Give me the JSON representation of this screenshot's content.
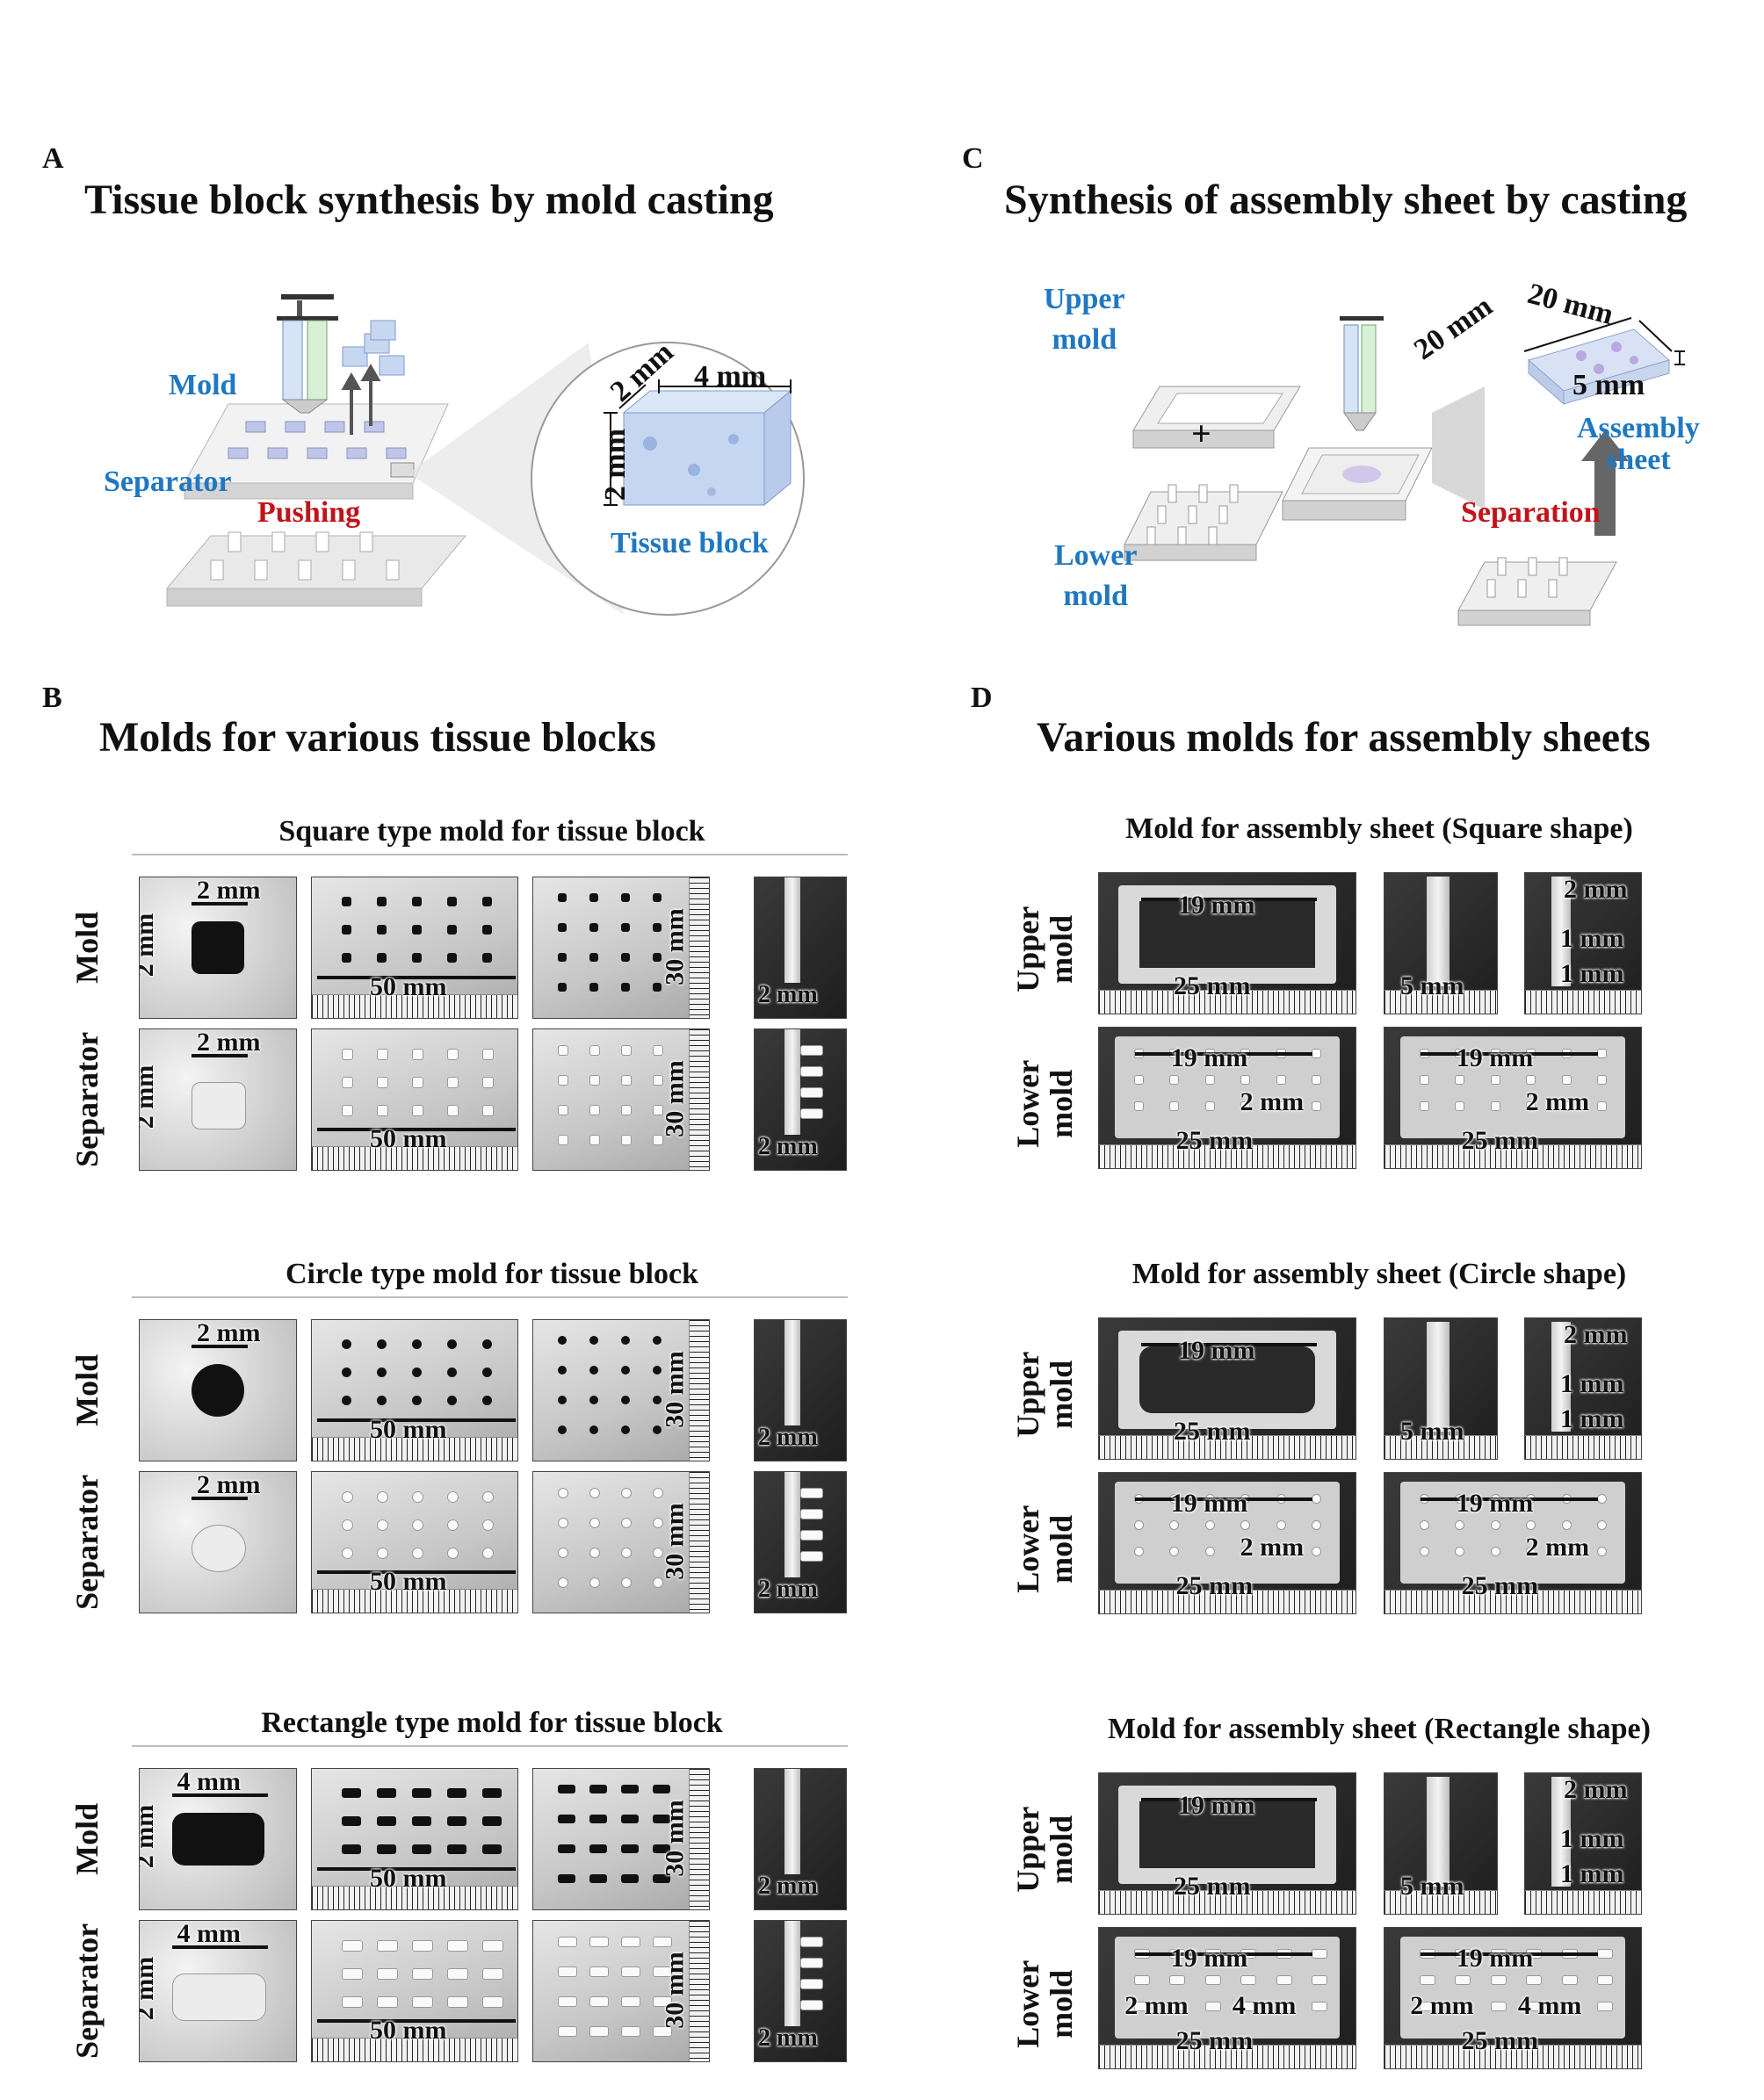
{
  "panelA": {
    "letter": "A",
    "title": "Tissue block synthesis by mold casting",
    "labels": {
      "mold": "Mold",
      "separator": "Separator",
      "pushing": "Pushing",
      "tissue_block": "Tissue block"
    },
    "dims": {
      "d1": "2 mm",
      "d2": "4 mm",
      "d3": "2 mm"
    }
  },
  "panelC": {
    "letter": "C",
    "title": "Synthesis of assembly sheet by casting",
    "labels": {
      "upper_mold": "Upper\nmold",
      "lower_mold": "Lower\nmold",
      "plus": "+",
      "assembly_sheet": "Assembly\nsheet",
      "separation": "Separation"
    },
    "dims": {
      "d1": "20 mm",
      "d2": "20 mm",
      "d3": "5 mm"
    }
  },
  "panelB": {
    "letter": "B",
    "title": "Molds for various tissue blocks",
    "groups": [
      {
        "subtitle_prefix": "Square type",
        "subtitle_rest": " mold for tissue block",
        "rows": [
          {
            "label": "Mold",
            "m1a": "2 mm",
            "m1b": "2 mm",
            "m2": "50 mm",
            "m3": "30 mm",
            "m4": "2 mm"
          },
          {
            "label": "Separator",
            "m1a": "2 mm",
            "m1b": "2 mm",
            "m2": "50 mm",
            "m3": "30 mm",
            "m4": "2 mm"
          }
        ]
      },
      {
        "subtitle_prefix": "Circle type",
        "subtitle_rest": " mold for tissue block",
        "rows": [
          {
            "label": "Mold",
            "m1a": "2 mm",
            "m1b": "",
            "m2": "50 mm",
            "m3": "30 mm",
            "m4": "2 mm"
          },
          {
            "label": "Separator",
            "m1a": "2 mm",
            "m1b": "",
            "m2": "50 mm",
            "m3": "30 mm",
            "m4": "2 mm"
          }
        ]
      },
      {
        "subtitle_prefix": "Rectangle type",
        "subtitle_rest": " mold for tissue block",
        "rows": [
          {
            "label": "Mold",
            "m1a": "4 mm",
            "m1b": "2 mm",
            "m2": "50 mm",
            "m3": "30 mm",
            "m4": "2 mm"
          },
          {
            "label": "Separator",
            "m1a": "4 mm",
            "m1b": "2 mm",
            "m2": "50 mm",
            "m3": "30 mm",
            "m4": "2 mm"
          }
        ]
      }
    ]
  },
  "panelD": {
    "letter": "D",
    "title": "Various molds for assembly sheets",
    "groups": [
      {
        "subtitle": "Mold for assembly sheet (Square shape)",
        "upper": {
          "label": "Upper\nmold",
          "w": "19 mm",
          "r": "25 mm",
          "side": "5 mm",
          "t1": "2 mm",
          "t2": "1 mm",
          "t3": "1 mm"
        },
        "lower": {
          "label": "Lower\nmold",
          "a_w": "19 mm",
          "a_g": "2 mm",
          "a_r": "25 mm",
          "b_w": "19 mm",
          "b_g": "2 mm",
          "b_r": "25 mm"
        }
      },
      {
        "subtitle": "Mold for assembly sheet (Circle shape)",
        "upper": {
          "label": "Upper\nmold",
          "w": "19 mm",
          "r": "25 mm",
          "side": "5 mm",
          "t1": "2 mm",
          "t2": "1 mm",
          "t3": "1 mm"
        },
        "lower": {
          "label": "Lower\nmold",
          "a_w": "19 mm",
          "a_g": "2 mm",
          "a_r": "25 mm",
          "b_w": "19 mm",
          "b_g": "2 mm",
          "b_r": "25 mm"
        }
      },
      {
        "subtitle": "Mold for assembly sheet (Rectangle shape)",
        "upper": {
          "label": "Upper\nmold",
          "w": "19 mm",
          "r": "25 mm",
          "side": "5 mm",
          "t1": "2 mm",
          "t2": "1 mm",
          "t3": "1 mm"
        },
        "lower": {
          "label": "Lower\nmold",
          "a_w": "19 mm",
          "a_g": "2 mm",
          "a_g2": "4 mm",
          "a_r": "25 mm",
          "b_w": "19 mm",
          "b_g": "2 mm",
          "b_g2": "4 mm",
          "b_r": "25 mm"
        }
      }
    ]
  }
}
